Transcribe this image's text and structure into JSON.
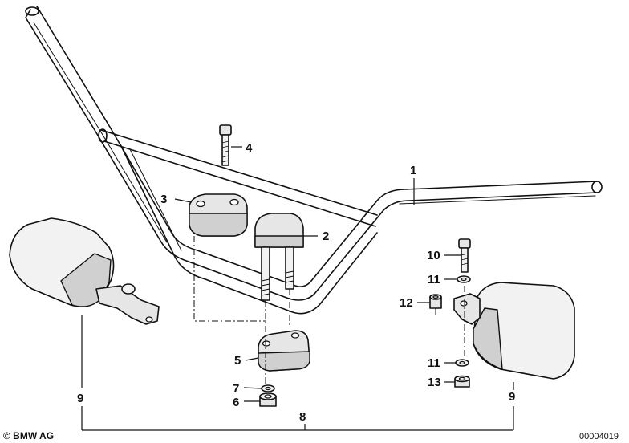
{
  "callouts": {
    "c1": "1",
    "c2": "2",
    "c3": "3",
    "c4": "4",
    "c5": "5",
    "c6": "6",
    "c7": "7",
    "c8": "8",
    "c9_left": "9",
    "c9_right": "9",
    "c10": "10",
    "c11_top": "11",
    "c11_bottom": "11",
    "c12": "12",
    "c13": "13"
  },
  "footer": {
    "copyright": "© BMW AG",
    "drawing_number": "00004019"
  }
}
